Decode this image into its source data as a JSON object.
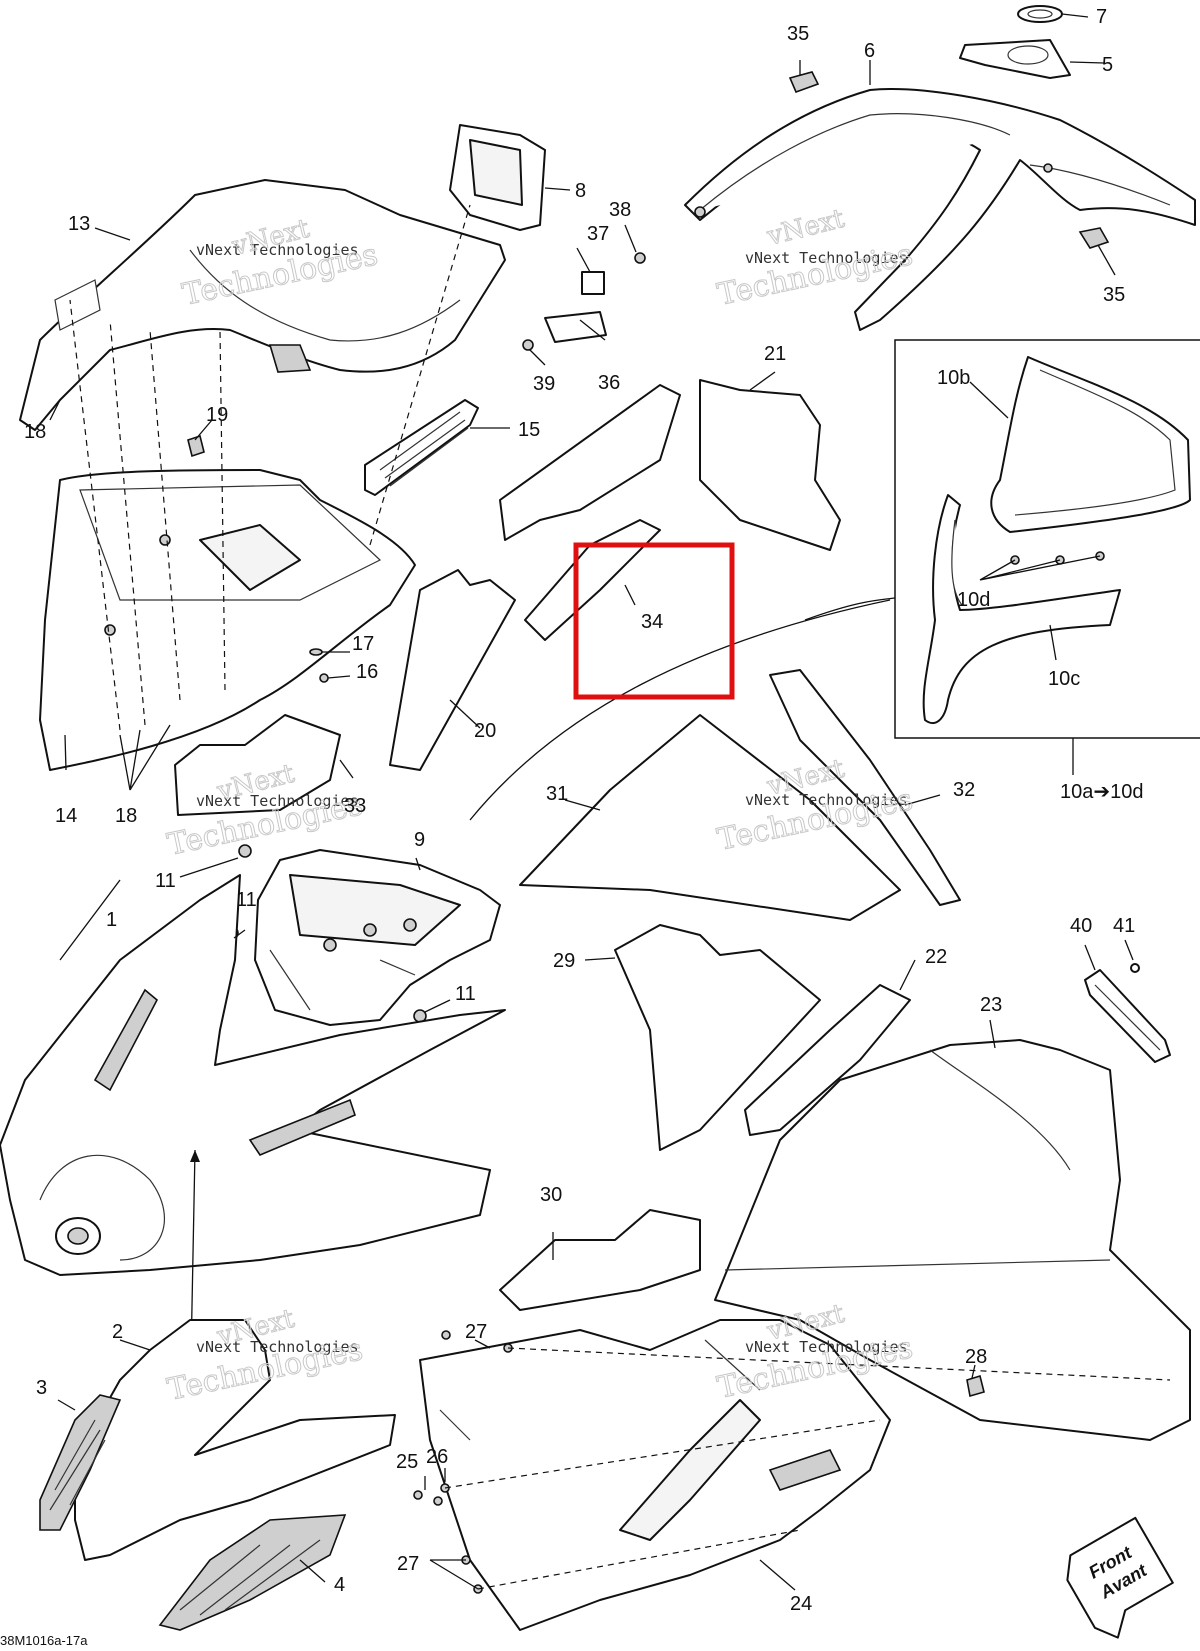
{
  "diagram": {
    "callouts": {
      "c1": "1",
      "c2": "2",
      "c3": "3",
      "c4": "4",
      "c5": "5",
      "c6": "6",
      "c7": "7",
      "c8": "8",
      "c9": "9",
      "c10a_10d": "10a➔10d",
      "c10b": "10b",
      "c10c": "10c",
      "c10d": "10d",
      "c11a": "11",
      "c11b": "11",
      "c11c": "11",
      "c13": "13",
      "c14": "14",
      "c15": "15",
      "c16": "16",
      "c17": "17",
      "c18a": "18",
      "c18b": "18",
      "c19": "19",
      "c20": "20",
      "c21": "21",
      "c22": "22",
      "c23": "23",
      "c24": "24",
      "c25": "25",
      "c26": "26",
      "c27a": "27",
      "c27b": "27",
      "c28": "28",
      "c29": "29",
      "c30": "30",
      "c31": "31",
      "c32": "32",
      "c33": "33",
      "c34": "34",
      "c35a": "35",
      "c35b": "35",
      "c36": "36",
      "c37": "37",
      "c38": "38",
      "c39": "39",
      "c40": "40",
      "c41": "41"
    },
    "watermark": {
      "line1": "vNext Technologies",
      "line2a": "vNext",
      "line2b": "Technologies"
    },
    "direction_badge": {
      "line1": "Front",
      "line2": "Avant"
    },
    "highlight_color": "#e01010",
    "footer_code": "38M1016a-17a"
  }
}
